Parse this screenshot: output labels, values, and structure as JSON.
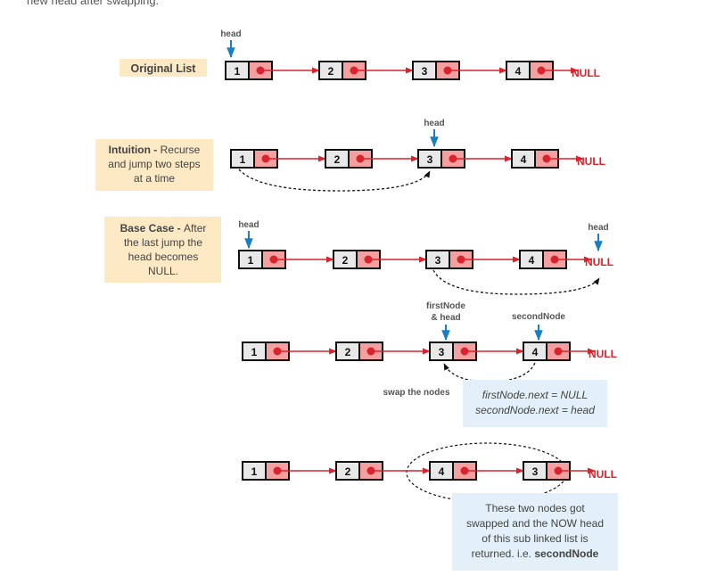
{
  "caption": "new head after swapping.",
  "labels": {
    "head": "head",
    "null": "NULL",
    "first_node_line1": "firstNode",
    "first_node_line2": "& head",
    "second_node": "secondNode",
    "swap_the_nodes": "swap the nodes"
  },
  "colors": {
    "node_fill": "#e8e8e8",
    "pointer_fill": "#f4a0a0",
    "pointer_dot": "#d9232d",
    "arrow": "#d9232d",
    "null_text": "#d9232d",
    "head_arrow": "#1a7fc0",
    "label_box": "#fde9c4",
    "note_box": "#e3f0f9"
  },
  "rows": [
    {
      "id": "original",
      "label_bold": "Original List",
      "label_rest": [],
      "nodes": [
        "1",
        "2",
        "3",
        "4"
      ],
      "head_index": 0,
      "null_has_head": false
    },
    {
      "id": "intuition",
      "label_bold": "Intuition - ",
      "label_rest": [
        "Recurse",
        "and jump two steps",
        "at a time"
      ],
      "nodes": [
        "1",
        "2",
        "3",
        "4"
      ],
      "head_index": 2,
      "null_has_head": false
    },
    {
      "id": "base-case",
      "label_bold": "Base Case - ",
      "label_rest": [
        "After",
        "the last jump the",
        "head becomes",
        "NULL."
      ],
      "nodes": [
        "1",
        "2",
        "3",
        "4"
      ],
      "head_index": 0,
      "null_has_head": true
    },
    {
      "id": "swap-step",
      "nodes": [
        "1",
        "2",
        "3",
        "4"
      ],
      "note_lines": [
        "firstNode.next = NULL",
        "secondNode.next = head"
      ]
    },
    {
      "id": "swapped",
      "nodes": [
        "1",
        "2",
        "4",
        "3"
      ],
      "note_lines": [
        "These two nodes got",
        "swapped and the NOW head",
        "of this sub linked list is",
        "returned. i.e. "
      ],
      "note_bold": "secondNode"
    }
  ]
}
